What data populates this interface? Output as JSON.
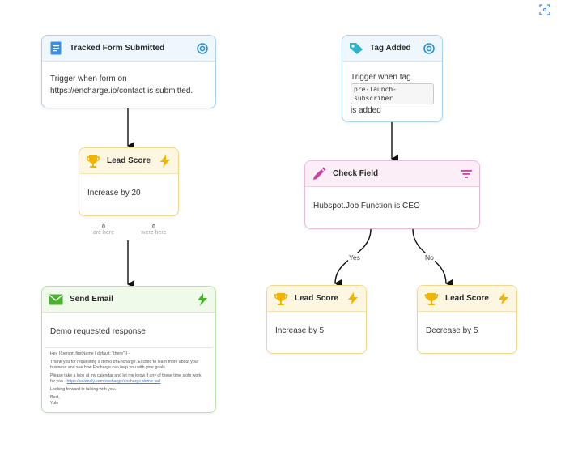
{
  "nodes": {
    "tracked_form": {
      "title": "Tracked Form Submitted",
      "body_line1": "Trigger when form on",
      "body_line2": "https://encharge.io/contact is submitted."
    },
    "tag_added": {
      "title": "Tag Added",
      "body_before": "Trigger when tag",
      "tag": "pre-launch-subscriber",
      "body_after": "is added"
    },
    "lead_score_1": {
      "title": "Lead Score",
      "body": "Increase by 20",
      "stats": [
        {
          "value": "0",
          "label": "are here"
        },
        {
          "value": "0",
          "label": "were here"
        }
      ]
    },
    "check_field": {
      "title": "Check Field",
      "body": "Hubspot.Job Function is CEO"
    },
    "send_email": {
      "title": "Send Email",
      "body": "Demo requested response",
      "preview": {
        "greeting": "Hey {{person.firstName | default: \"there\"}} -",
        "para1": "Thank you for requesting a demo of Encharge. Excited to learn more about your business and see how Encharge can help you with your goals.",
        "para2_text": "Please take a look at my calendar and let me know if any of these time slots work for you - ",
        "para2_link": "https://calendly.com/encharge/encharge-demo-call",
        "para3": "Looking forward to talking with you.",
        "signoff": "Best,",
        "name": "Yulo"
      }
    },
    "lead_score_yes": {
      "title": "Lead Score",
      "body": "Increase by 5"
    },
    "lead_score_no": {
      "title": "Lead Score",
      "body": "Decrease by 5"
    }
  },
  "edges": {
    "yes_label": "Yes",
    "no_label": "No"
  },
  "icons": {
    "form": "form-document-icon",
    "tag": "tag-icon",
    "trophy": "trophy-icon",
    "pencil": "pencil-icon",
    "envelope": "envelope-icon",
    "target": "target-icon",
    "bolt": "lightning-bolt-icon",
    "filter": "filter-icon",
    "fullscreen": "fullscreen-icon"
  },
  "colors": {
    "trigger_accent": "#2f8fd6",
    "score_accent": "#f0b400",
    "check_accent": "#c447a5",
    "email_accent": "#49b030",
    "tag_accent": "#2fb4c8"
  }
}
